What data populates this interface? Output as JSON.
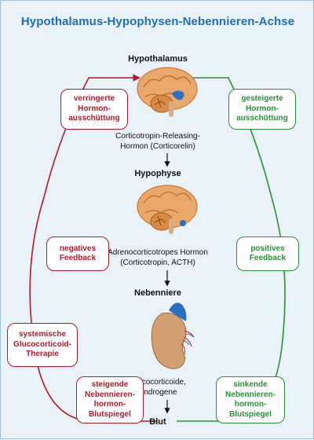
{
  "title": "Hypothalamus-Hypophysen-Nebennieren-Achse",
  "nodes": {
    "hypothalamus": "Hypothalamus",
    "crh": "Corticotropin-Releasing-\nHormon (Corticorelin)",
    "hypophyse": "Hypophyse",
    "acth": "Adrenocorticotropes Hormon\n(Corticotropin, ACTH)",
    "nebenniere": "Nebenniere",
    "glucocorticoide": "Glucocorticoide,\nAndrogene",
    "blut": "Blut"
  },
  "left_boxes": {
    "verringerte": "verringerte\nHormon-\nausschüttung",
    "negatives": "negatives\nFeedback",
    "systemische": "systemische\nGlucocorticoid-\nTherapie",
    "steigende": "steigende\nNebennieren-\nhormon-\nBlutspiegel"
  },
  "right_boxes": {
    "gesteigerte": "gesteigerte\nHormon-\nausschüttung",
    "positives": "positives\nFeedback",
    "sinkende": "sinkende\nNebennieren-\nhormon-\nBlutspiegel"
  },
  "colors": {
    "title": "#1f6fb5",
    "background": "#e8f2f7",
    "negative": "#b3192a",
    "positive": "#2b8f3a"
  }
}
